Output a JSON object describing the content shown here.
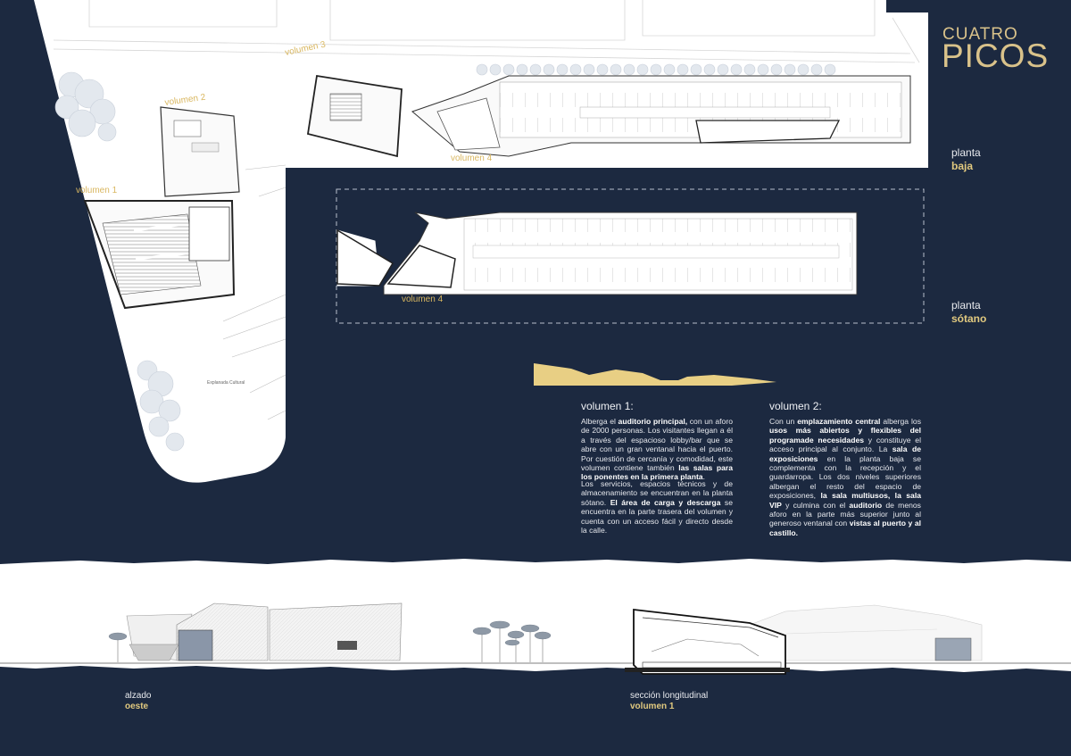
{
  "brand": {
    "line1": "CUATRO",
    "line2": "PICOS"
  },
  "plans": {
    "ground_floor": {
      "label_line1": "planta",
      "label_line2": "baja"
    },
    "basement": {
      "label_line1": "planta",
      "label_line2": "sótano"
    }
  },
  "plan_labels": {
    "volume1": "volumen 1",
    "volume2": "volumen 2",
    "volume3": "volumen 3",
    "volume4": "volumen 4",
    "basement_volume4": "volumen 4",
    "esplanade": "Explanada Cultural"
  },
  "volume1": {
    "heading": "volumen 1:",
    "p1": [
      {
        "t": "Alberga el "
      },
      {
        "t": "auditorio principal,",
        "b": true
      },
      {
        "t": " con un aforo de 2000 personas. Los visitantes llegan a él a través del espacioso lobby/bar que se abre con un gran ventanal hacia el puerto. Por cuestión de cercanía y comodidad, este volumen contiene también "
      },
      {
        "t": "las salas para los ponentes en la primera planta",
        "b": true
      },
      {
        "t": "."
      }
    ],
    "p2": [
      {
        "t": "Los servicios, espacios técnicos y de almacenamiento se encuentran en la planta sótano. "
      },
      {
        "t": "El área de carga y descarga",
        "b": true
      },
      {
        "t": " se encuentra en la parte trasera del volumen y cuenta con un acceso fácil y directo desde la calle."
      }
    ]
  },
  "volume2": {
    "heading": "volumen 2:",
    "p1": [
      {
        "t": "Con un "
      },
      {
        "t": "emplazamiento central",
        "b": true
      },
      {
        "t": " alberga los "
      },
      {
        "t": "usos más abiertos y flexibles del programade necesidades",
        "b": true
      },
      {
        "t": " y constituye el acceso principal al conjunto. La "
      },
      {
        "t": "sala de exposiciones",
        "b": true
      },
      {
        "t": " en la planta baja se complementa con la recepción y el guardarropa. Los dos niveles superiores albergan el resto del espacio de exposiciones, "
      },
      {
        "t": "la sala multiusos, la sala VIP",
        "b": true
      },
      {
        "t": " y culmina con el "
      },
      {
        "t": "auditorio",
        "b": true
      },
      {
        "t": " de menos aforo en la parte más superior junto al generoso ventanal con "
      },
      {
        "t": "vistas al puerto y al castillo.",
        "b": true
      }
    ]
  },
  "elevation": {
    "label_line1": "alzado",
    "label_line2": "oeste"
  },
  "section": {
    "label_line1": "sección longitudinal",
    "label_line2": "volumen 1"
  },
  "colors": {
    "navy": "#1c2940",
    "gold": "#e1c97f",
    "paper": "#ffffff"
  }
}
